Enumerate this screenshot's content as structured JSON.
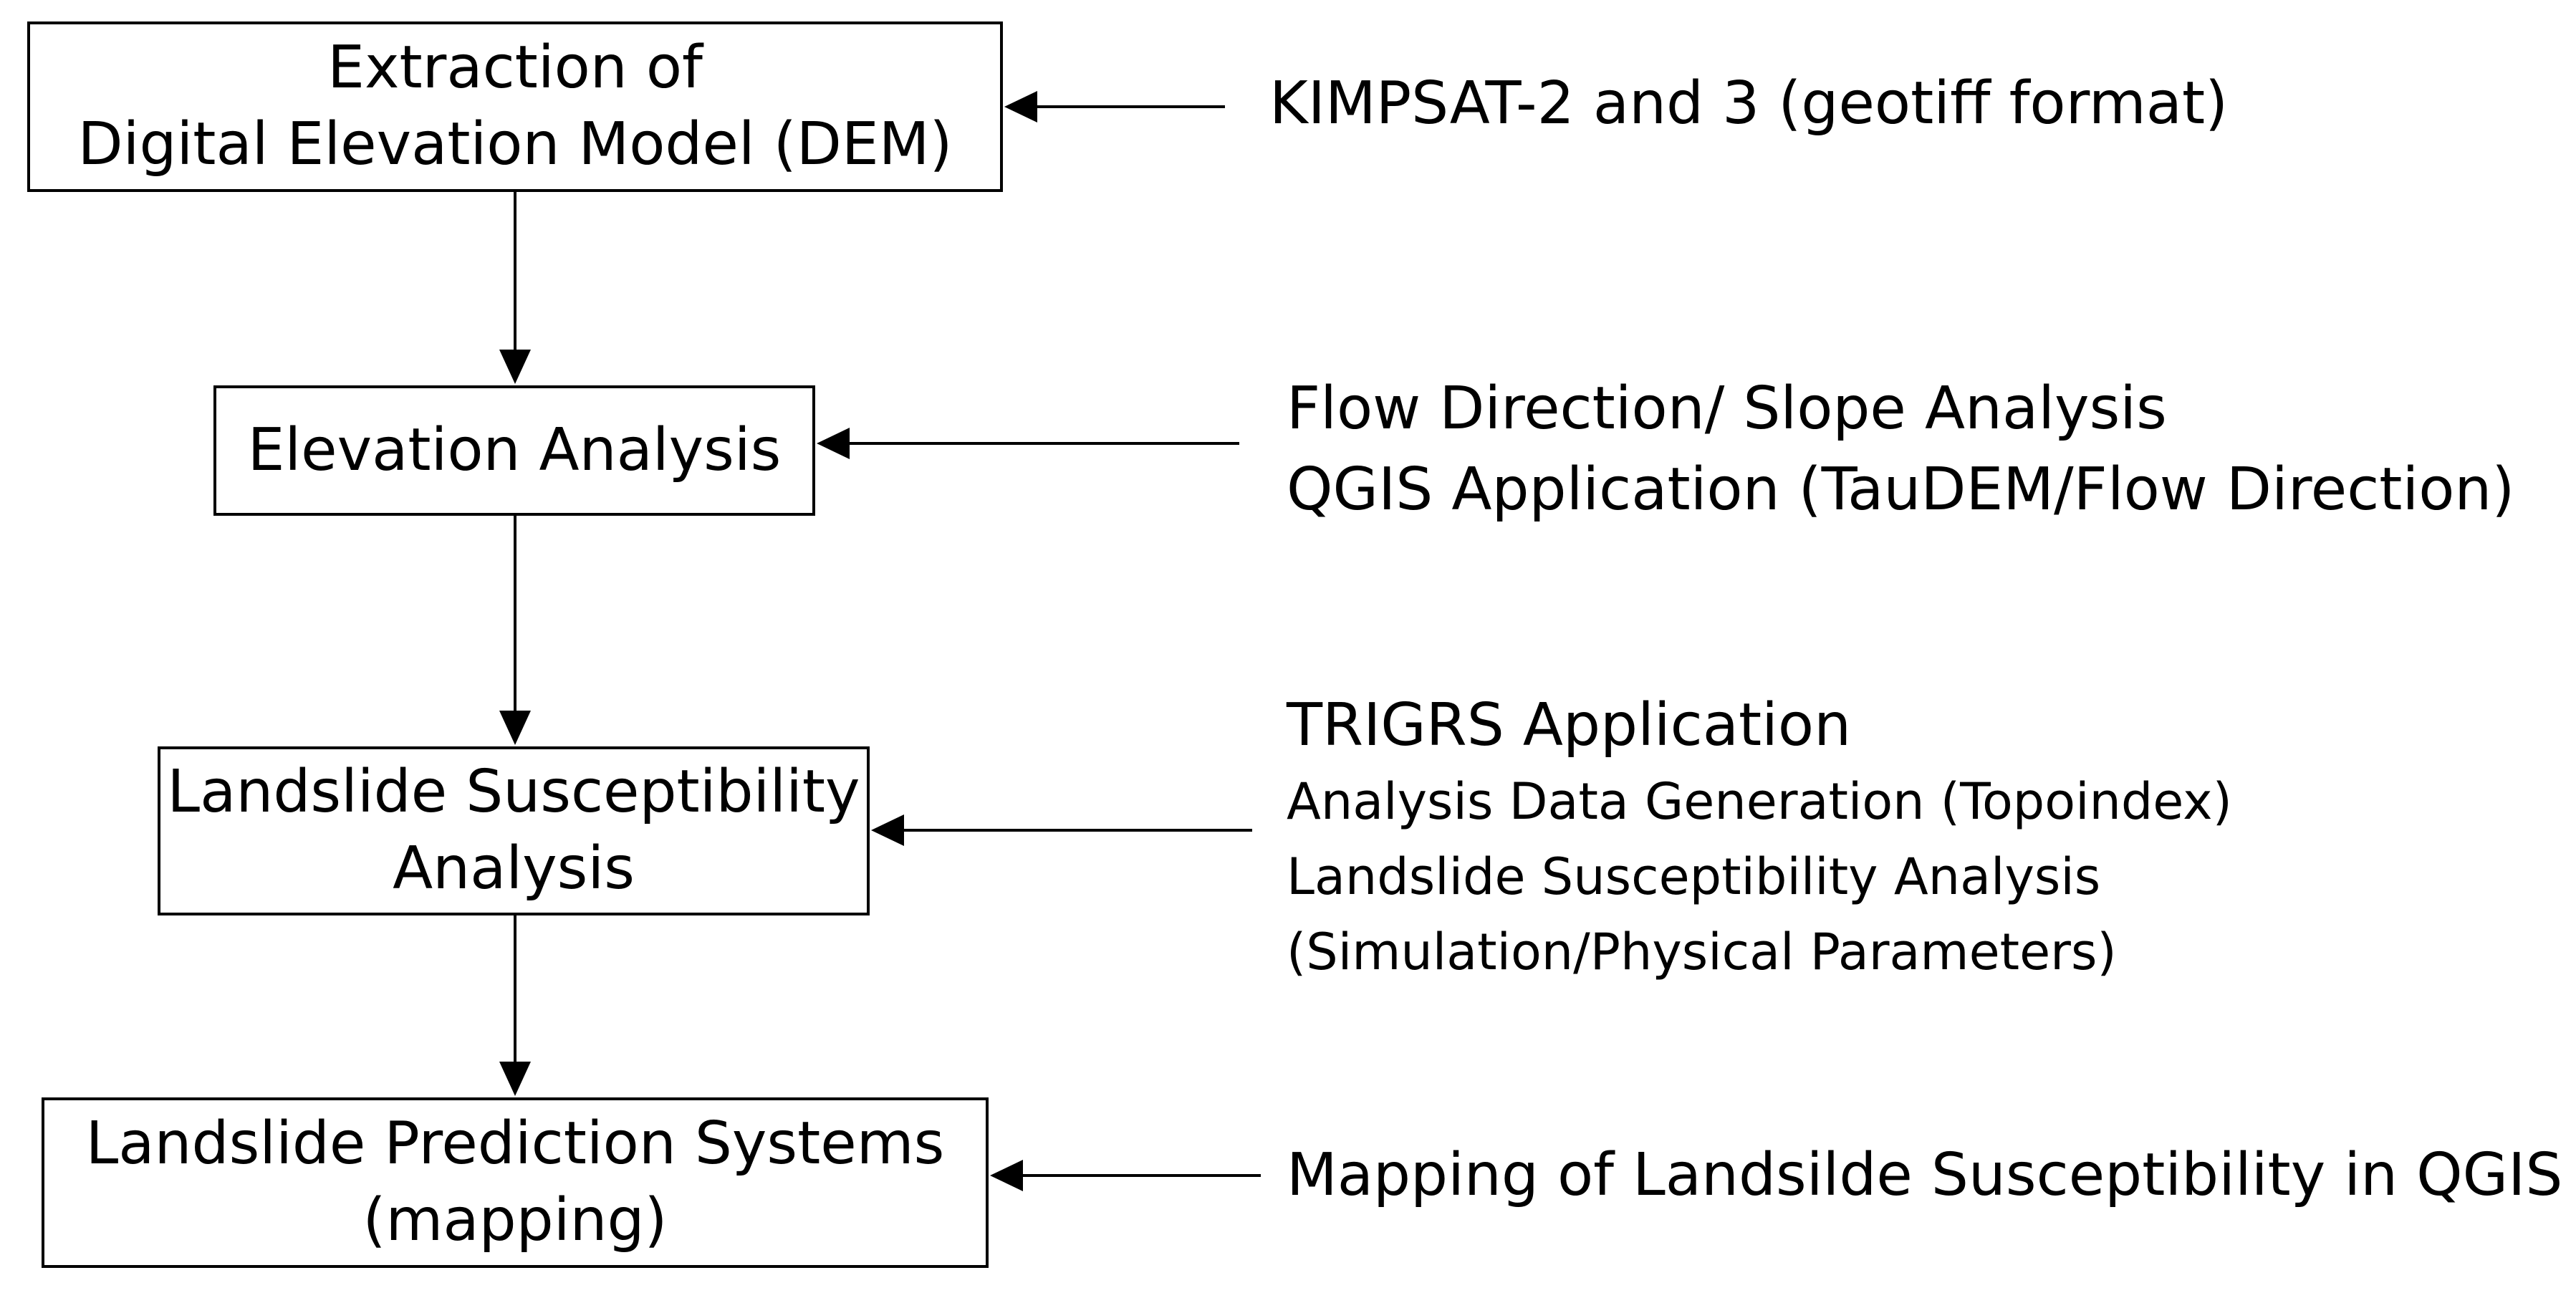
{
  "nodes": {
    "dem": {
      "lines": [
        "Extraction of",
        "Digital Elevation Model (DEM)"
      ]
    },
    "elevation": {
      "lines": [
        "Elevation Analysis"
      ]
    },
    "susceptibility": {
      "lines": [
        "Landslide Susceptibility",
        "Analysis"
      ]
    },
    "prediction": {
      "lines": [
        "Landslide Prediction Systems",
        "(mapping)"
      ]
    }
  },
  "notes": {
    "kimpsat": {
      "lines": [
        "KIMPSAT-2 and 3 (geotiff format)"
      ]
    },
    "flow": {
      "lines": [
        "Flow Direction/ Slope Analysis",
        "QGIS Application (TauDEM/Flow Direction)"
      ]
    },
    "trigrs": {
      "heading": "TRIGRS Application",
      "lines": [
        "Analysis Data Generation (Topoindex)",
        "Landslide Susceptibility Analysis",
        "(Simulation/Physical Parameters)"
      ]
    },
    "mapping": {
      "lines": [
        "Mapping of Landsilde Susceptibility in QGIS"
      ]
    }
  },
  "colors": {
    "stroke": "#000000",
    "background": "#ffffff"
  }
}
